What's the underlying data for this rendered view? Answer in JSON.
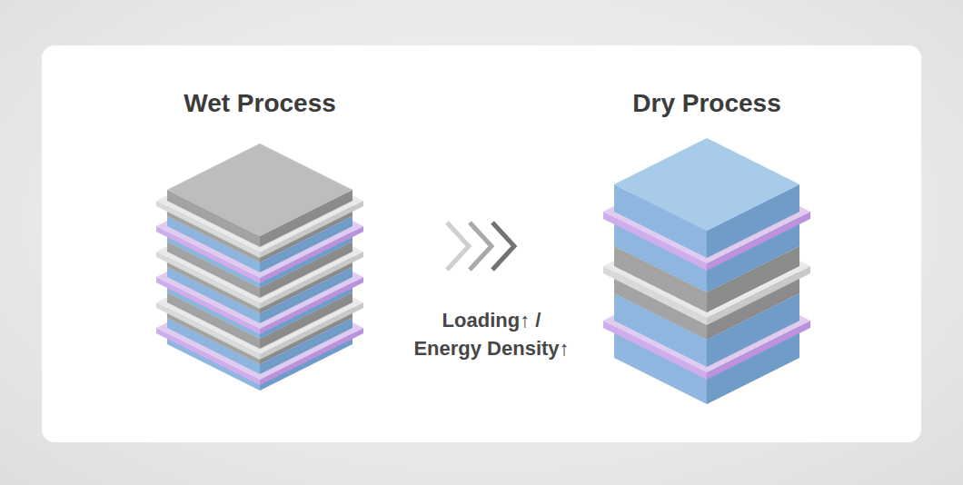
{
  "diagram": {
    "labels": [
      "Wet Process",
      "Loading↑ / Energy Density↑",
      "Dry Process"
    ]
  }
}
